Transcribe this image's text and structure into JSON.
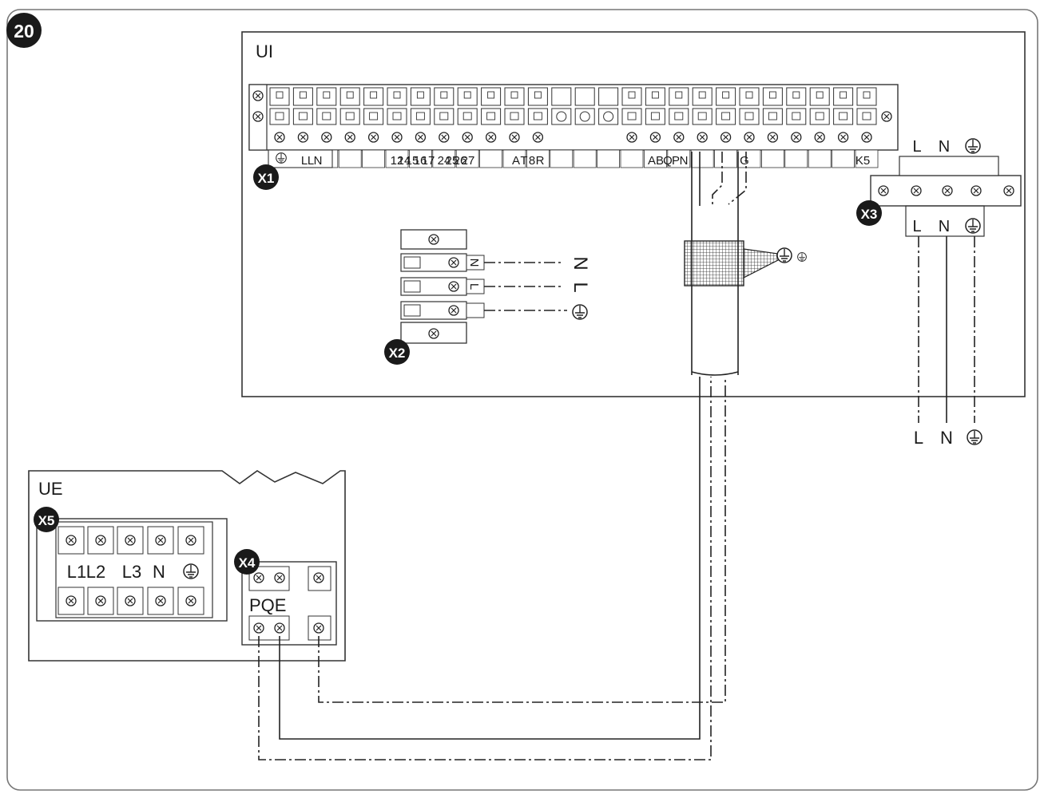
{
  "figure": {
    "number": "20"
  },
  "indoor_unit": {
    "label": "UI"
  },
  "outdoor_unit": {
    "label": "UE"
  },
  "terminals": {
    "x1": {
      "badge": "X1",
      "labels": [
        "L",
        "L",
        "N",
        "12",
        "14",
        "15",
        "16",
        "17",
        "24",
        "25",
        "26",
        "27",
        "A",
        "T",
        "8",
        "R",
        "A",
        "B",
        "Q",
        "P",
        "N",
        "G",
        "K5"
      ]
    },
    "x2": {
      "badge": "X2",
      "labels": [
        "N",
        "L"
      ]
    },
    "x3": {
      "badge": "X3",
      "top_labels": [
        "L",
        "N"
      ],
      "bottom_labels": [
        "L",
        "N"
      ]
    },
    "x4": {
      "badge": "X4",
      "label": "PQE"
    },
    "x5": {
      "badge": "X5",
      "labels": [
        "L1",
        "L2",
        "L3",
        "N"
      ]
    }
  },
  "supply": {
    "x2_lines": [
      "N",
      "L"
    ],
    "x3_lines": [
      "L",
      "N"
    ]
  },
  "icons": {
    "earth": "earth-ground-icon",
    "screw": "screw-terminal-icon"
  }
}
